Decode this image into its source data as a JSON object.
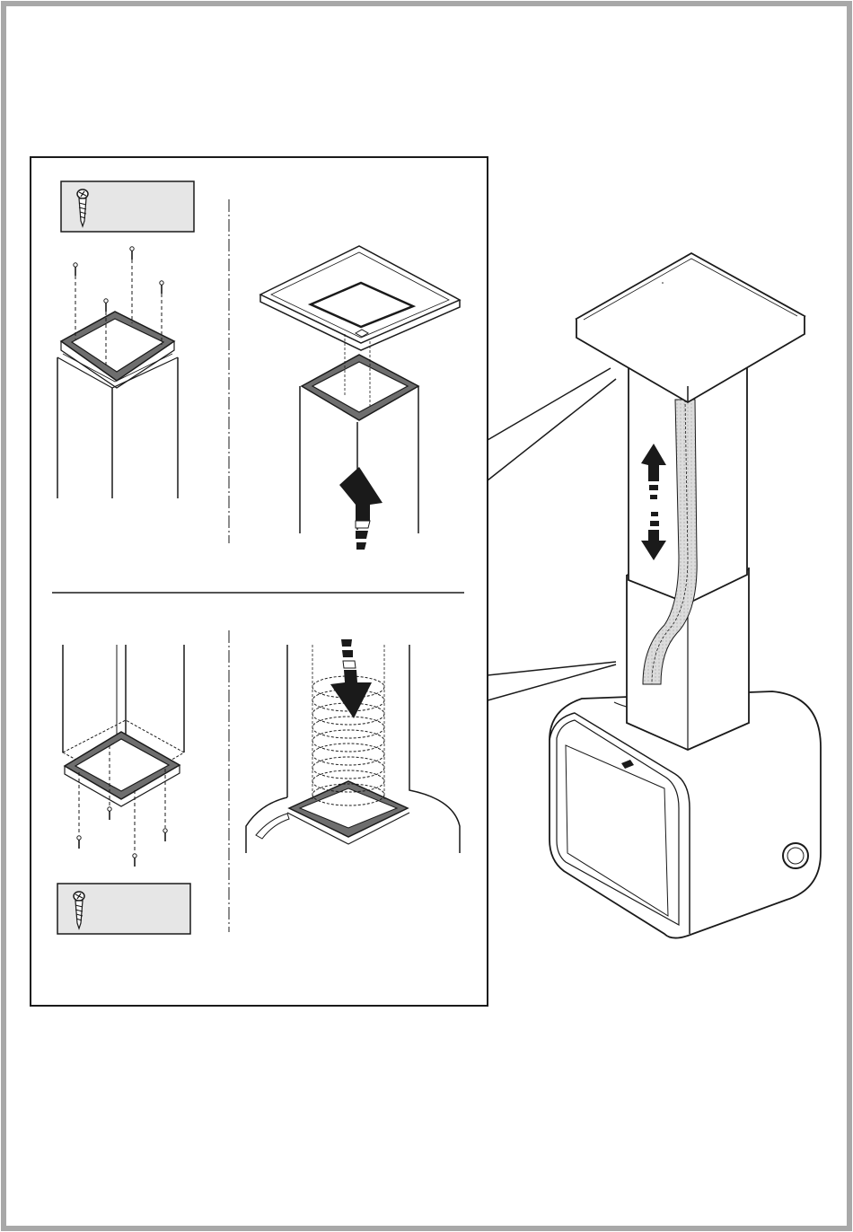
{
  "page": {
    "frame_color": "#a8a8a8",
    "line_color": "#1a1a1a",
    "screw_box_fill": "#e6e6e6",
    "ring_fill": "#6e6e6e",
    "cable_fill": "#dcdcdc"
  },
  "steps": [
    {
      "id": "step-1",
      "content": "screws-fasten-ring-top",
      "tool_icon": "screw-icon",
      "screw_count": 4
    },
    {
      "id": "step-2",
      "content": "cover-plate-lift-up",
      "arrow": "arrow-up-icon"
    },
    {
      "id": "step-3",
      "content": "screws-fasten-ring-bottom",
      "tool_icon": "screw-icon",
      "screw_count": 4
    },
    {
      "id": "step-4",
      "content": "spring-cable-insert-down",
      "arrow": "arrow-down-icon"
    }
  ],
  "overview": {
    "content": "telescopic-column-with-cable",
    "arrows": [
      "arrow-up-icon",
      "arrow-down-icon"
    ]
  }
}
